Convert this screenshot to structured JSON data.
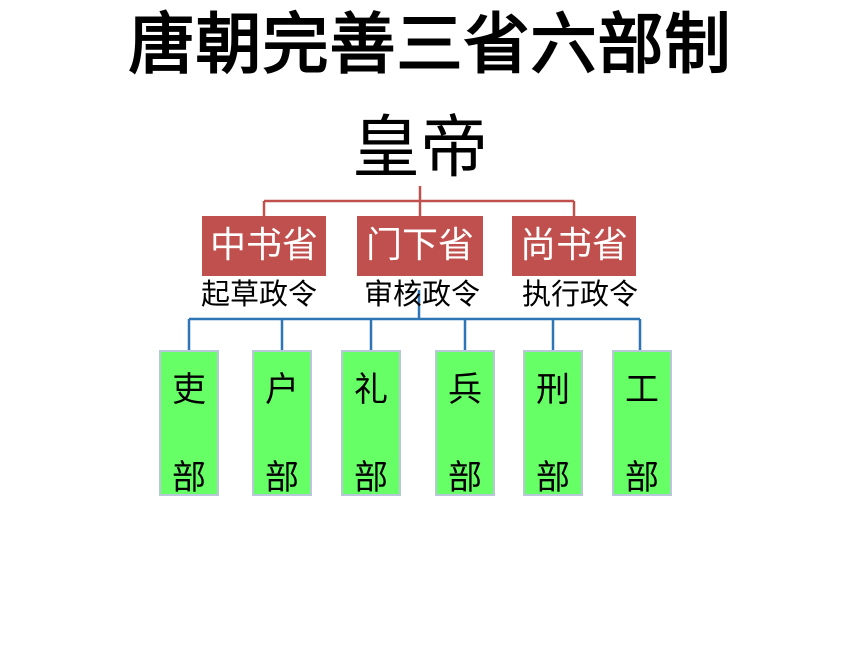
{
  "title": "唐朝完善三省六部制",
  "emperor": "皇帝",
  "ministries": [
    {
      "name": "中书省",
      "duty": "起草政令"
    },
    {
      "name": "门下省",
      "duty": "审核政令"
    },
    {
      "name": "尚书省",
      "duty": "执行政令"
    }
  ],
  "departments": [
    {
      "char": "吏",
      "suffix": "部"
    },
    {
      "char": "户",
      "suffix": "部"
    },
    {
      "char": "礼",
      "suffix": "部"
    },
    {
      "char": "兵",
      "suffix": "部"
    },
    {
      "char": "刑",
      "suffix": "部"
    },
    {
      "char": "工",
      "suffix": "部"
    }
  ],
  "colors": {
    "ministry_fill": "#c0504d",
    "department_fill": "#66ff66",
    "upper_connector": "#c0504d",
    "lower_connector": "#2e75b6"
  }
}
